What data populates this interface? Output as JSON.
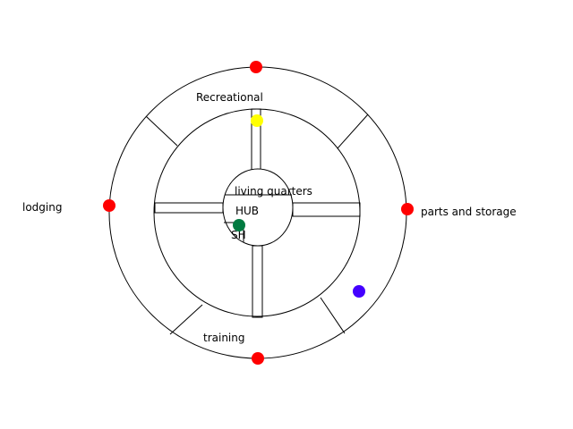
{
  "labels": {
    "recreational": "Recreational",
    "lodging": "lodging",
    "parts": "parts and storage",
    "training": "training",
    "living": "living quarters",
    "hub": "HUB",
    "sh": "SH"
  },
  "colors": {
    "node_red": "#ff0000",
    "marker_yellow": "#ffff00",
    "marker_blue": "#4400ff",
    "marker_green": "#007a40"
  }
}
